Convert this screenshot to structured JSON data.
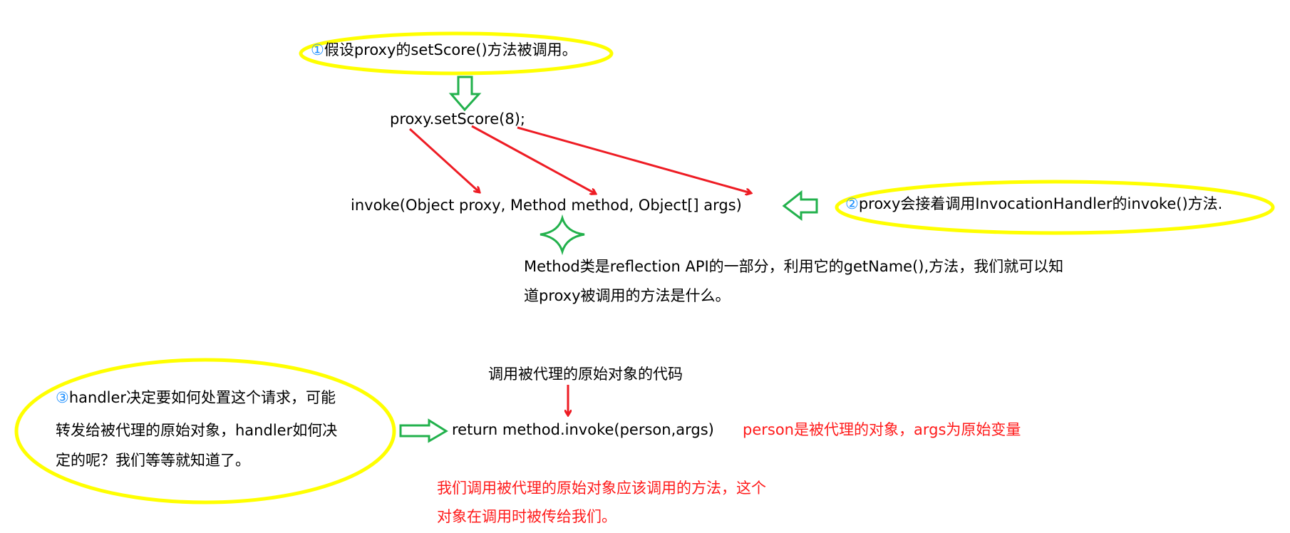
{
  "step1": {
    "num": "①",
    "text": "假设proxy的setScore()方法被调用。"
  },
  "call": "proxy.setScore(8);",
  "invoke_sig": "invoke(Object proxy, Method method, Object[] args)",
  "step2": {
    "num": "②",
    "text": "proxy会接着调用InvocationHandler的invoke()方法."
  },
  "method_note": [
    "Method类是reflection API的一部分，利用它的getName(),方法，我们就可以知",
    "道proxy被调用的方法是什么。"
  ],
  "step3": {
    "num": "③",
    "lines": [
      "handler决定要如何处置这个请求，可能",
      "转发给被代理的原始对象，handler如何决",
      "定的呢？我们等等就知道了。"
    ]
  },
  "code_label": "调用被代理的原始对象的代码",
  "return_stmt": "return method.invoke(person,args)",
  "person_note": "person是被代理的对象，args为原始变量",
  "red_note": [
    "我们调用被代理的原始对象应该调用的方法，这个",
    "对象在调用时被传给我们。"
  ],
  "colors": {
    "highlight": "#ffff00",
    "arrow_red": "#ee1c24",
    "arrow_green": "#22b14c",
    "number": "#1e90ff"
  }
}
